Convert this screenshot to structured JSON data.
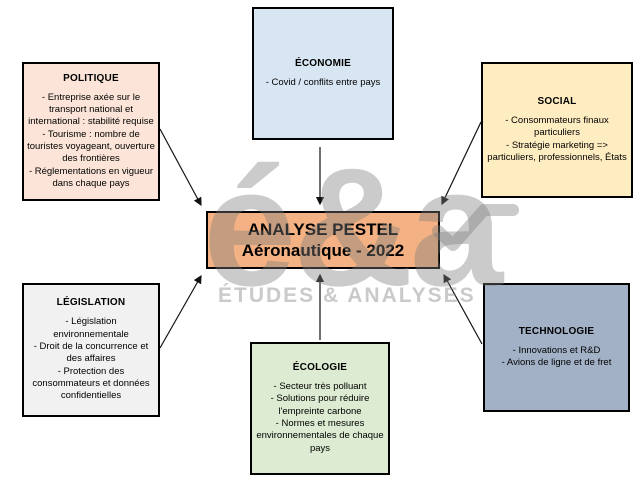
{
  "diagram": {
    "center": {
      "title_line1": "ANALYSE PESTEL",
      "title_line2": "Aéronautique - 2022"
    },
    "boxes": [
      {
        "id": "politique",
        "title": "POLITIQUE",
        "bullets": [
          "- Entreprise axée sur le transport national et international : stabilité requise",
          "- Tourisme : nombre de touristes voyageant, ouverture des frontières",
          "- Réglementations en vigueur dans chaque pays"
        ]
      },
      {
        "id": "economie",
        "title": "ÉCONOMIE",
        "bullets": [
          "- Covid / conflits entre pays"
        ]
      },
      {
        "id": "social",
        "title": "SOCIAL",
        "bullets": [
          "- Consommateurs finaux particuliers",
          "- Stratégie marketing => particuliers, professionnels, États"
        ]
      },
      {
        "id": "legislation",
        "title": "LÉGISLATION",
        "bullets": [
          "- Législation environnementale",
          "- Droit de la concurrence et des affaires",
          "- Protection des consommateurs et données confidentielles"
        ]
      },
      {
        "id": "ecologie",
        "title": "ÉCOLOGIE",
        "bullets": [
          "- Secteur très polluant",
          "- Solutions pour réduire l'empreinte carbone",
          "- Normes et mesures environnementales de chaque pays"
        ]
      },
      {
        "id": "technologie",
        "title": "TECHNOLOGIE",
        "bullets": [
          "- Innovations et R&D",
          "- Avions de ligne et de fret"
        ]
      }
    ]
  },
  "watermark": {
    "logo_text": "é&a",
    "caption": "ÉTUDES & ANALYSES"
  },
  "colors": {
    "politique": "#FCE5D8",
    "economie": "#D8E6F3",
    "social": "#FFEDC2",
    "legislation": "#F1F1F1",
    "ecologie": "#DCEBD2",
    "technologie": "#A3B1C6",
    "center": "#F4B183",
    "arrow": "#111111"
  }
}
